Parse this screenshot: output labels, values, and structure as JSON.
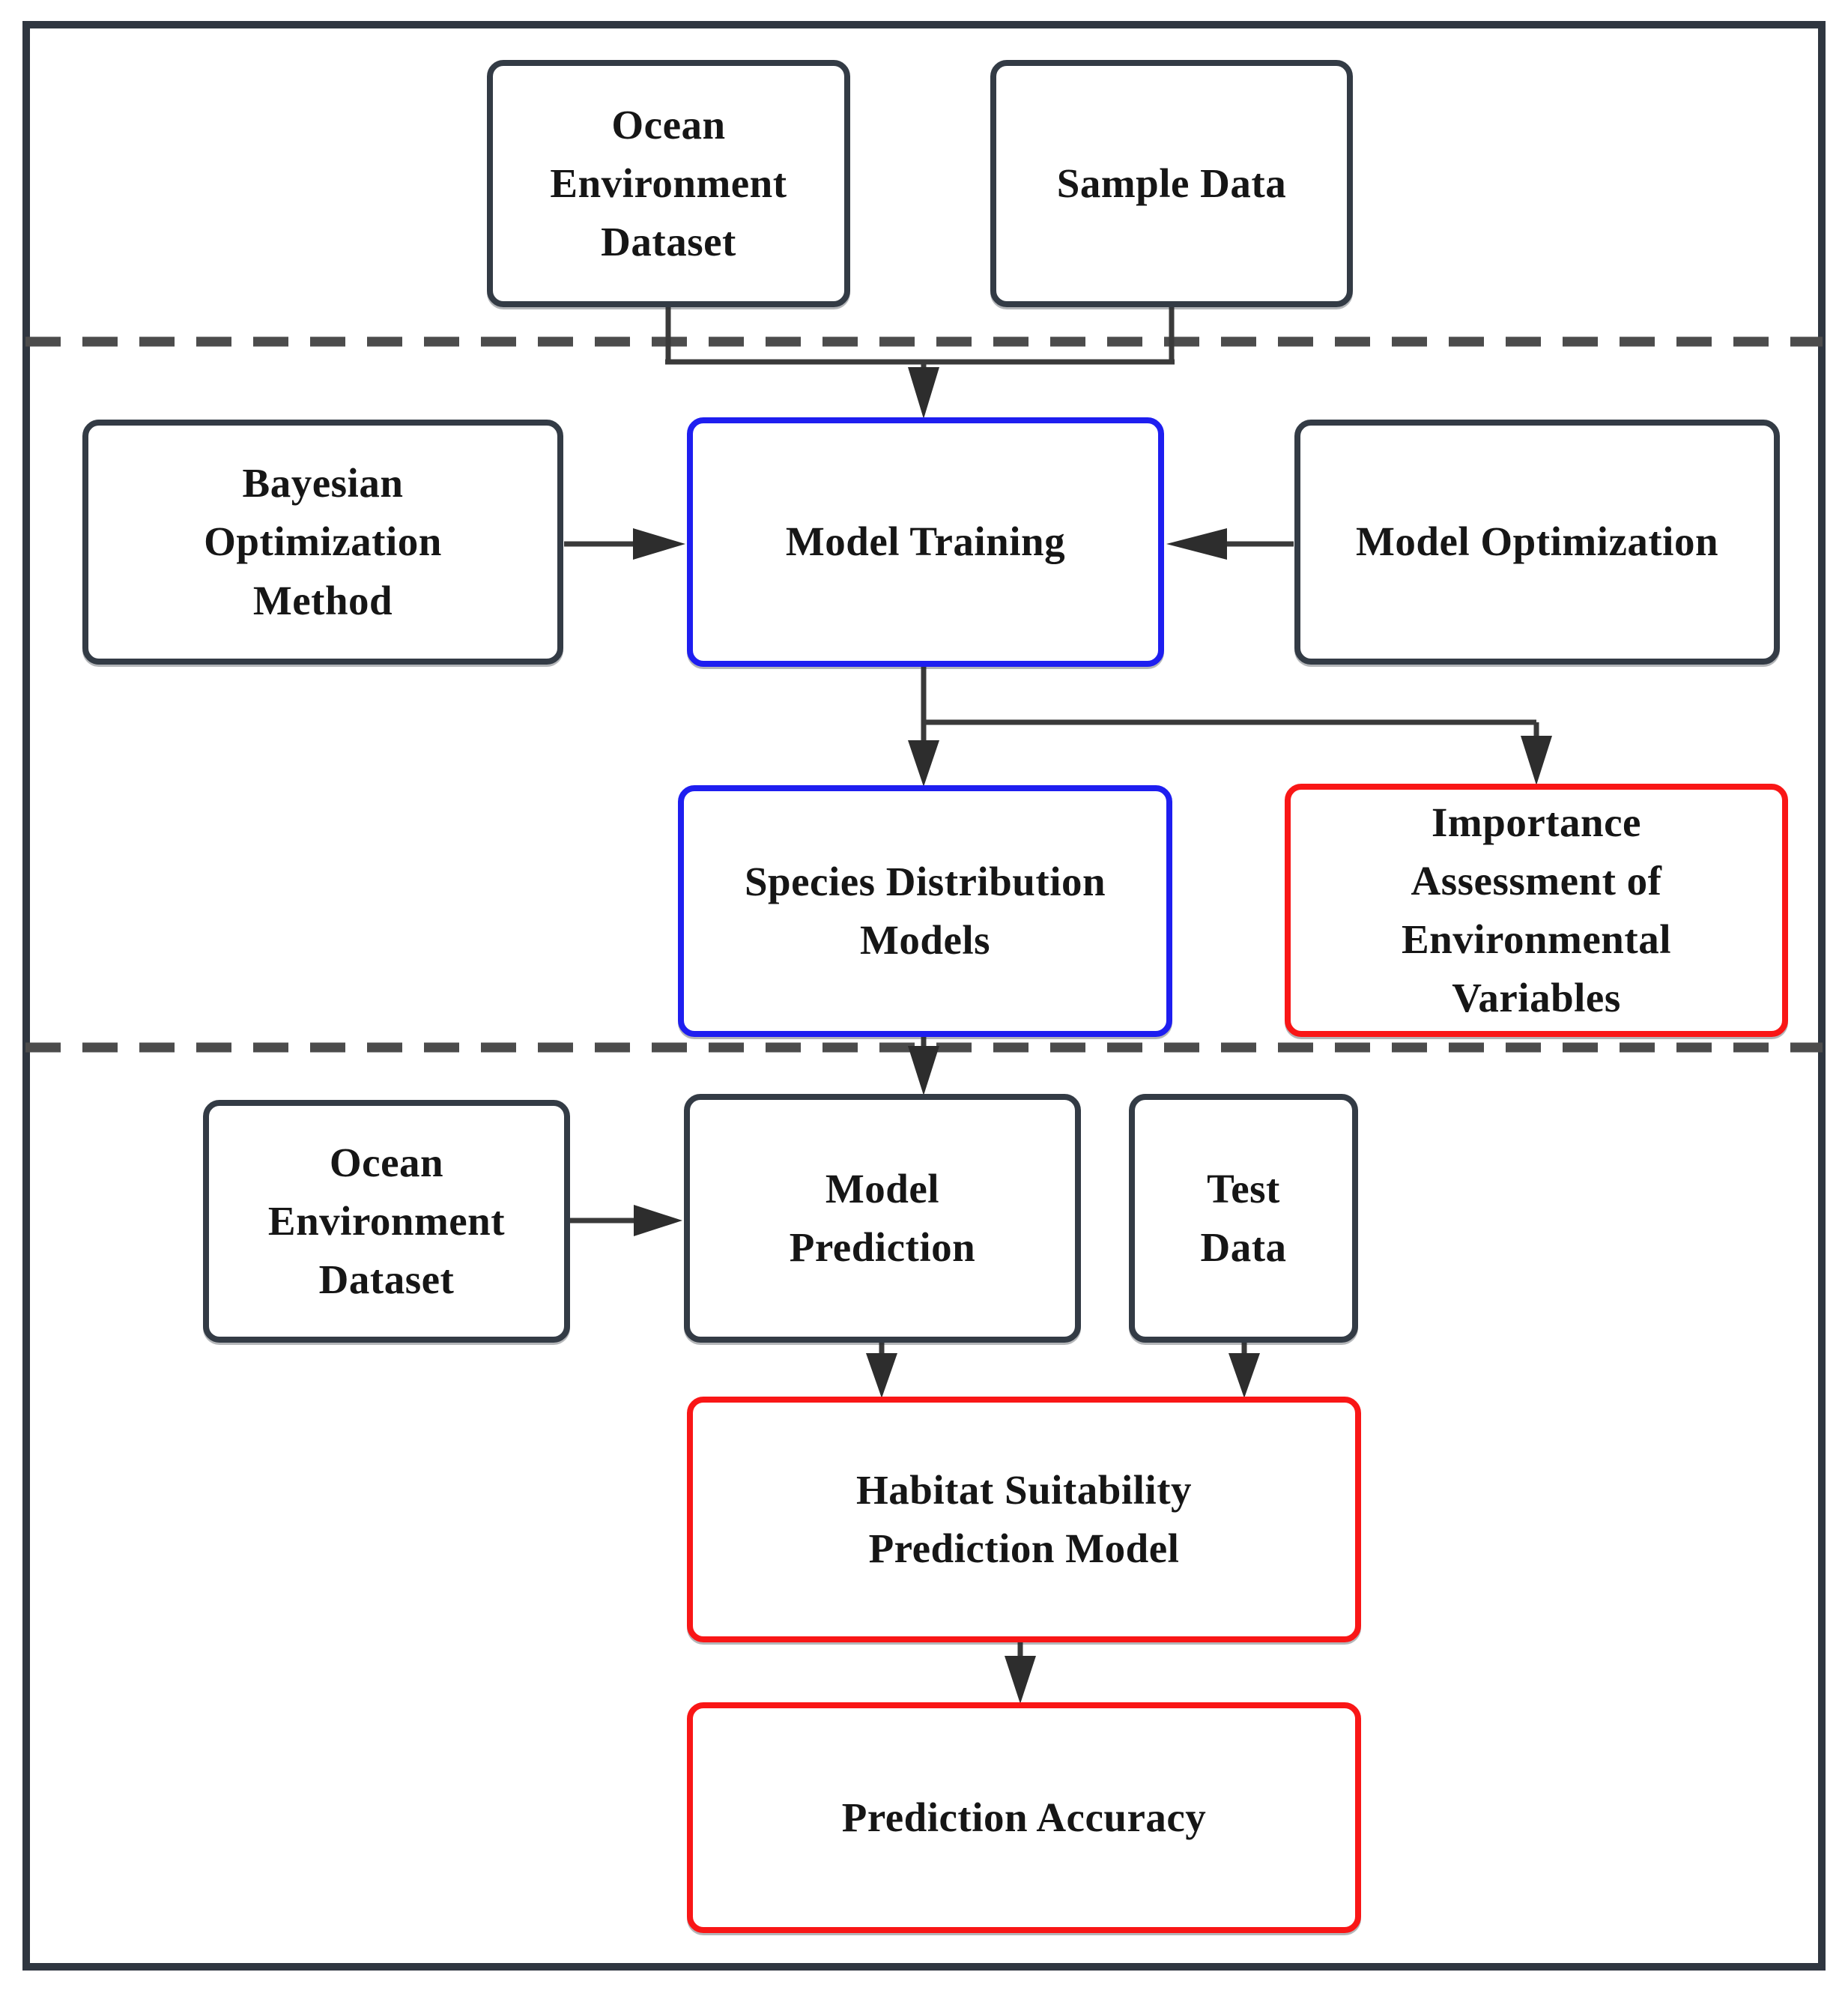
{
  "colors": {
    "background": "#ffffff",
    "outer_border": "#2f3640",
    "box_border_default": "#333b45",
    "box_border_blue": "#1e1ef0",
    "box_border_red": "#f91616",
    "connector_line": "#3a3a3a",
    "arrowhead": "#2d2d2d",
    "dashed_divider": "#4c4c4c",
    "text": "#161616"
  },
  "nodes": {
    "ocean_dataset_train": {
      "label": "Ocean\nEnvironment\nDataset",
      "accent": "default"
    },
    "sample_data": {
      "label": "Sample Data",
      "accent": "default"
    },
    "bayesian_optimization": {
      "label": "Bayesian\nOptimization\nMethod",
      "accent": "default"
    },
    "model_training": {
      "label": "Model Training",
      "accent": "blue"
    },
    "model_optimization": {
      "label": "Model Optimization",
      "accent": "default"
    },
    "species_distribution_models": {
      "label": "Species Distribution\nModels",
      "accent": "blue"
    },
    "importance_assessment": {
      "label": "Importance\nAssessment of\nEnvironmental\nVariables",
      "accent": "red"
    },
    "ocean_dataset_predict": {
      "label": "Ocean\nEnvironment\nDataset",
      "accent": "default"
    },
    "model_prediction": {
      "label": "Model\nPrediction",
      "accent": "default"
    },
    "test_data": {
      "label": "Test\nData",
      "accent": "default"
    },
    "habitat_suitability_model": {
      "label": "Habitat Suitability\nPrediction Model",
      "accent": "red"
    },
    "prediction_accuracy": {
      "label": "Prediction Accuracy",
      "accent": "red"
    }
  },
  "edges": [
    {
      "from": "ocean_dataset_train",
      "to": "model_training"
    },
    {
      "from": "sample_data",
      "to": "model_training"
    },
    {
      "from": "bayesian_optimization",
      "to": "model_training"
    },
    {
      "from": "model_optimization",
      "to": "model_training"
    },
    {
      "from": "model_training",
      "to": "species_distribution_models"
    },
    {
      "from": "model_training",
      "to": "importance_assessment"
    },
    {
      "from": "species_distribution_models",
      "to": "model_prediction"
    },
    {
      "from": "ocean_dataset_predict",
      "to": "model_prediction"
    },
    {
      "from": "model_prediction",
      "to": "habitat_suitability_model"
    },
    {
      "from": "test_data",
      "to": "habitat_suitability_model"
    },
    {
      "from": "habitat_suitability_model",
      "to": "prediction_accuracy"
    }
  ]
}
